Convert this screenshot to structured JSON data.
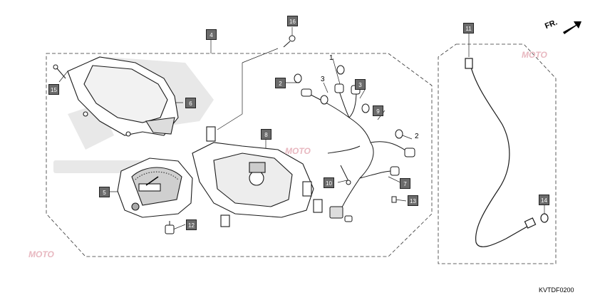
{
  "callouts": {
    "c1": "1",
    "c2a": "2",
    "c2b": "2",
    "c3a": "3",
    "c3b": "3",
    "c4": "4",
    "c5": "5",
    "c6": "6",
    "c7": "7",
    "c8": "8",
    "c9": "9",
    "c10": "10",
    "c11": "11",
    "c12": "12",
    "c13": "13",
    "c14": "14",
    "c15": "15",
    "c16": "16"
  },
  "front_arrow_label": "FR.",
  "diagram_code": "KVTDF0200",
  "watermark": "MOTO",
  "colors": {
    "callout_fill": "#6b6b6b",
    "line": "#1a1a1a",
    "background_logo": "#d9d9d9",
    "watermark": "#e8b8c0"
  }
}
